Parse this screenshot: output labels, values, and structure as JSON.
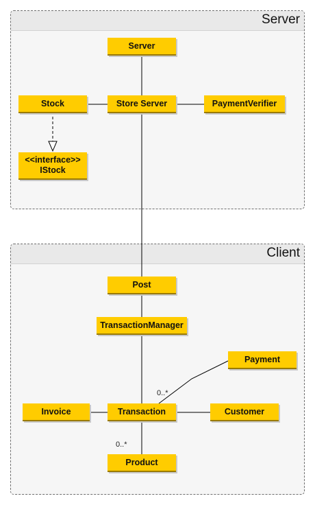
{
  "packages": {
    "server": {
      "title": "Server"
    },
    "client": {
      "title": "Client"
    }
  },
  "classes": {
    "server": "Server",
    "stock": "Stock",
    "store_server": "Store Server",
    "payment_verifier": "PaymentVerifier",
    "istock": {
      "stereotype": "<<interface>>",
      "name": "IStock"
    },
    "post": "Post",
    "transaction_manager": "TransactionManager",
    "payment": "Payment",
    "invoice": "Invoice",
    "transaction": "Transaction",
    "customer": "Customer",
    "product": "Product"
  },
  "multiplicities": {
    "payment_end": "0..*",
    "product_end": "0..*"
  },
  "colors": {
    "class_fill": "#ffcc00",
    "line": "#000000"
  }
}
